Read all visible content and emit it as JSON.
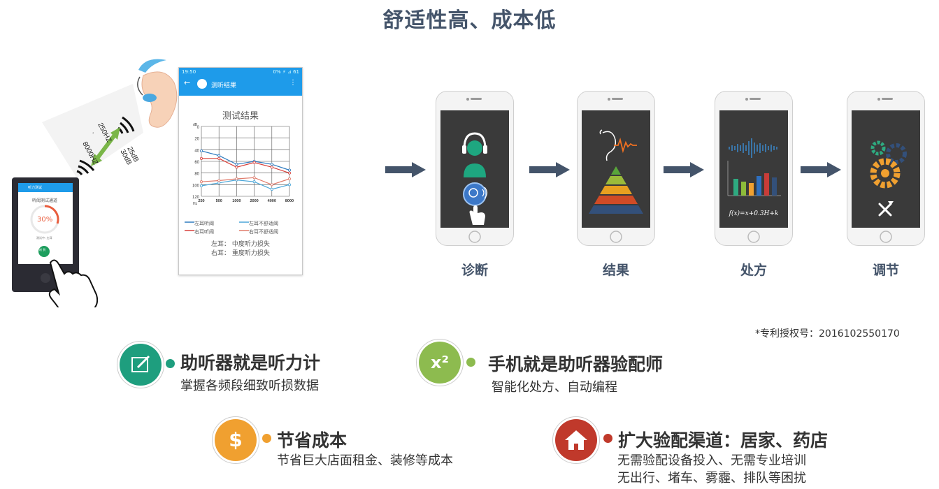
{
  "title": "舒适性高、成本低",
  "left_illustration": {
    "freq_labels": [
      "250HZ",
      "·",
      "·",
      "·",
      "8000HZ"
    ],
    "db_labels": [
      "25dB",
      "30dB"
    ],
    "tablet": {
      "header": "听力测试",
      "subtitle": "听阈测试通道",
      "progress": "30%",
      "progress_fraction": 0.3,
      "footer_text": "测试中: 左耳",
      "button_label": "听 到"
    },
    "audiogram": {
      "status_left": "19:50",
      "status_right": "0% ⚡ ⊿ 61",
      "screen_title": "测听结果",
      "chart_title": "测试结果",
      "y_unit": "dB",
      "y_ticks": [
        "0",
        "20",
        "40",
        "60",
        "80",
        "100",
        "120"
      ],
      "x_unit": "Hz",
      "x_ticks": [
        "250",
        "500",
        "1000",
        "2000",
        "4000",
        "8000"
      ],
      "legend": [
        "左耳听阈",
        "左耳不舒适阈",
        "右耳听阈",
        "右耳不舒适阈"
      ],
      "result_left": "左耳：  中度听力损失",
      "result_right": "右耳：  重度听力损失"
    }
  },
  "chart_data": {
    "type": "line",
    "x": [
      250,
      500,
      1000,
      2000,
      4000,
      8000
    ],
    "ylim": [
      120,
      0
    ],
    "series": [
      {
        "name": "左耳听阈",
        "values": [
          42,
          50,
          65,
          60,
          65,
          75
        ]
      },
      {
        "name": "左耳不舒适阈",
        "values": [
          102,
          97,
          92,
          95,
          108,
          100
        ]
      },
      {
        "name": "右耳听阈",
        "values": [
          55,
          55,
          70,
          62,
          70,
          80
        ]
      },
      {
        "name": "右耳不舒适阈",
        "values": [
          95,
          93,
          90,
          88,
          100,
          90
        ]
      }
    ]
  },
  "steps": [
    {
      "label": "诊断"
    },
    {
      "label": "结果"
    },
    {
      "label": "处方",
      "formula": "f(x)=x+0.3H+k"
    },
    {
      "label": "调节"
    }
  ],
  "patent": "*专利授权号：2016102550170",
  "features": [
    {
      "title": "助听器就是听力计",
      "desc": "掌握各频段细致听损数据",
      "color": "#1e9e7e",
      "icon": "pencil-edit-icon"
    },
    {
      "title": "手机就是助听器验配师",
      "desc": "智能化处方、自动编程",
      "color": "#8dbb4f",
      "icon_text": "x²",
      "icon": "x-squared-icon"
    },
    {
      "title": "节省成本",
      "desc": "节省巨大店面租金、装修等成本",
      "color": "#f0a030",
      "icon_text": "$",
      "icon": "dollar-icon"
    },
    {
      "title": "扩大验配渠道：居家、药店",
      "desc": "无需验配设备投入、无需专业培训",
      "desc2": "无出行、堵车、雾霾、排队等困扰",
      "color": "#c0392b",
      "icon": "house-icon"
    }
  ],
  "colors": {
    "title": "#44546a",
    "arrow": "#44546a",
    "audiogram_bar": "#1e9bea"
  }
}
